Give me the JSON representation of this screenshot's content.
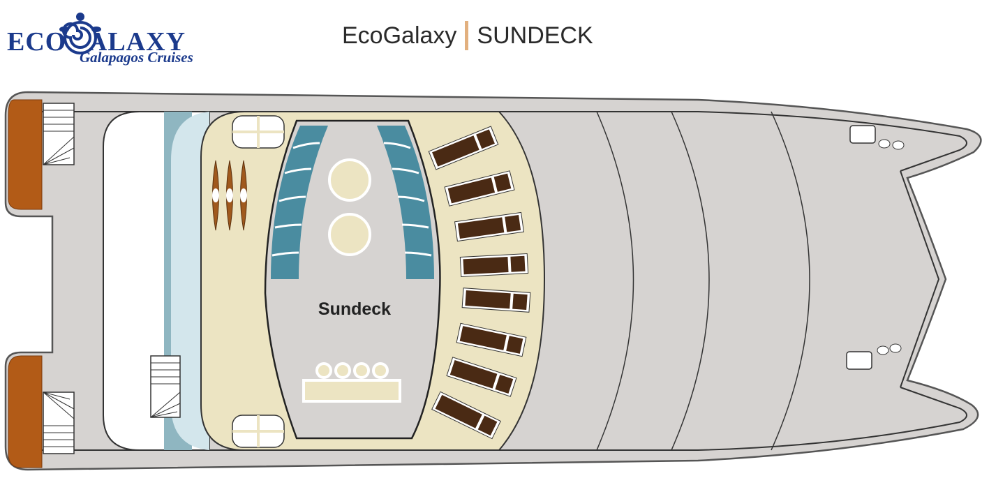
{
  "logo": {
    "word": "ECOGALAXY",
    "tagline": "Galapagos Cruises"
  },
  "header": {
    "ship": "EcoGalaxy",
    "deck": "SUNDECK"
  },
  "plan": {
    "area_label": "Sundeck"
  },
  "colors": {
    "hull": "#d6d3d1",
    "deck_cream": "#ece4c2",
    "seats_teal": "#4a8ca0",
    "lounger": "#4a2a14",
    "tender": "#b25b17",
    "glass": "#d3e6ec",
    "glass_dark": "#8fb6c1",
    "logo_blue": "#1b3a8c",
    "accent": "#e2b07f"
  }
}
